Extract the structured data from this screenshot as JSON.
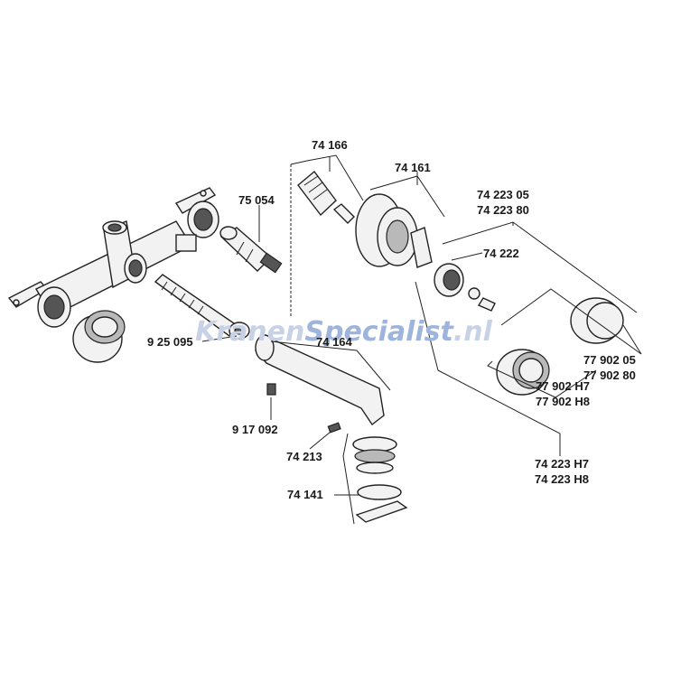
{
  "labels": {
    "p74166": "74 166",
    "p74161": "74 161",
    "p7422305": "74 223 05",
    "p7422380": "74 223 80",
    "p75054": "75 054",
    "p74222": "74 222",
    "p925095": "9 25 095",
    "p74164": "74 164",
    "p7790205": "77 902 05",
    "p7790280": "77 902 80",
    "p917092": "9 17 092",
    "p77902H7": "77 902 H7",
    "p77902H8": "77 902 H8",
    "p74213": "74 213",
    "p74223H7": "74 223 H7",
    "p74223H8": "74 223 H8",
    "p74141": "74 141"
  },
  "watermark": {
    "part1": "Kranen",
    "part2": "Specialist",
    "part3": ".nl",
    "color1": "#c8d2e6",
    "color2": "#9fb4dc"
  }
}
